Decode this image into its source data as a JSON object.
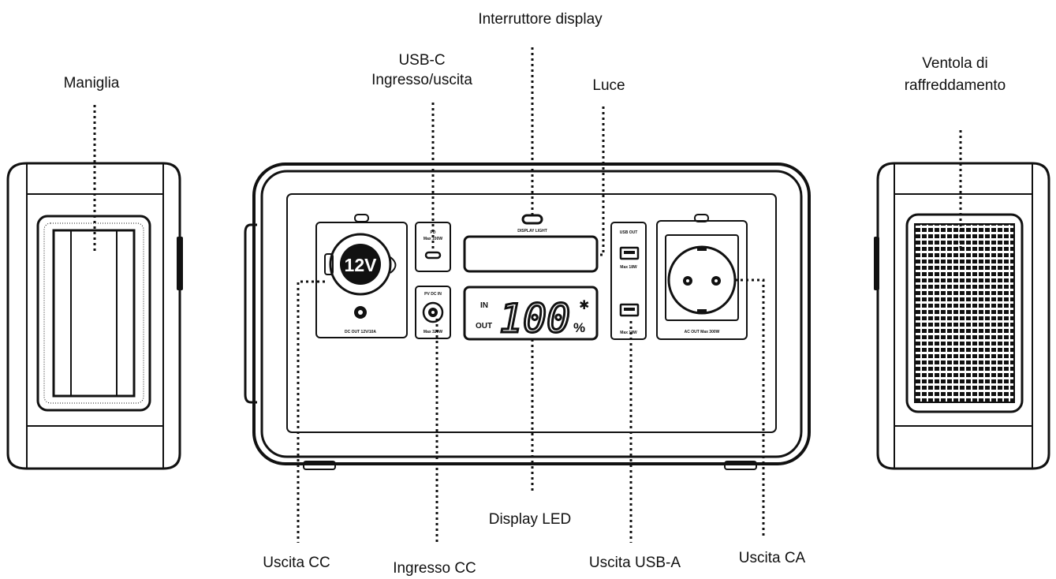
{
  "callouts": {
    "display_switch": "Interruttore display",
    "usb_c_line1": "USB-C",
    "usb_c_line2": "Ingresso/uscita",
    "handle": "Maniglia",
    "light": "Luce",
    "fan_line1": "Ventola di",
    "fan_line2": "raffreddamento",
    "led_display": "Display LED",
    "dc_output": "Uscita CC",
    "dc_input": "Ingresso CC",
    "usb_a_output": "Uscita USB-A",
    "ac_output": "Uscita CA"
  },
  "device_labels": {
    "car_socket": "12V",
    "dc_out": "DC OUT 12V/10A",
    "pd_top": "PD",
    "pd_bottom": "Max 100W",
    "pv_top": "PV DC IN",
    "pv_bottom": "Max 320W",
    "display_light": "DISPLAY LIGHT",
    "usb_out": "USB OUT",
    "usb_a1_max": "Max 18W",
    "usb_a2_max": "Max 18W",
    "ac_out": "AC OUT Max 300W"
  },
  "screen": {
    "in_label": "IN",
    "out_label": "OUT",
    "percentage": "100",
    "percent_sign": "%",
    "bluetooth_glyph": "✱"
  },
  "icons": {
    "handle": "handle-icon",
    "fan": "fan-grille-icon",
    "car_socket": "car-socket-icon",
    "ac_socket": "schuko-socket-icon",
    "bluetooth": "bluetooth-icon"
  }
}
